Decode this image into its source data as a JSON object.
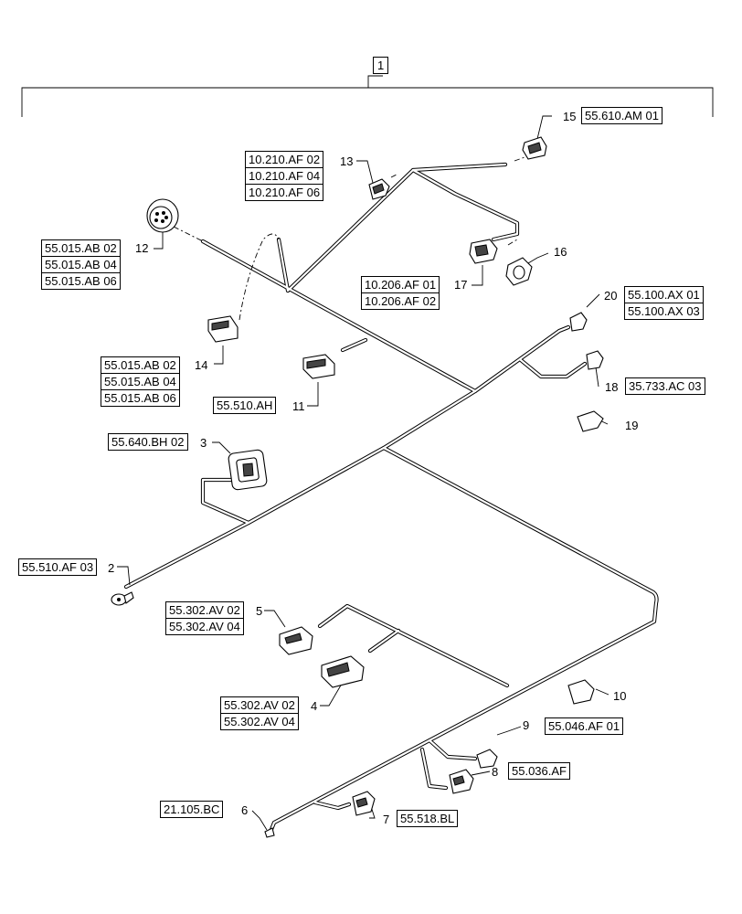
{
  "assembly_callout": "1",
  "items": [
    {
      "num": "2",
      "refs": [
        "55.510.AF 03"
      ]
    },
    {
      "num": "3",
      "refs": [
        "55.640.BH 02"
      ]
    },
    {
      "num": "4",
      "refs": [
        "55.302.AV 02",
        "55.302.AV 04"
      ]
    },
    {
      "num": "5",
      "refs": [
        "55.302.AV 02",
        "55.302.AV 04"
      ]
    },
    {
      "num": "6",
      "refs": [
        "21.105.BC"
      ]
    },
    {
      "num": "7",
      "refs": [
        "55.518.BL"
      ]
    },
    {
      "num": "8",
      "refs": [
        "55.036.AF"
      ]
    },
    {
      "num": "9",
      "refs": []
    },
    {
      "num": "10",
      "refs": [
        "55.046.AF 01"
      ]
    },
    {
      "num": "11",
      "refs": [
        "55.510.AH"
      ]
    },
    {
      "num": "12",
      "refs": [
        "55.015.AB 02",
        "55.015.AB 04",
        "55.015.AB 06"
      ]
    },
    {
      "num": "13",
      "refs": [
        "10.210.AF 02",
        "10.210.AF 04",
        "10.210.AF 06"
      ]
    },
    {
      "num": "14",
      "refs": [
        "55.015.AB 02",
        "55.015.AB 04",
        "55.015.AB 06"
      ]
    },
    {
      "num": "15",
      "refs": [
        "55.610.AM 01"
      ]
    },
    {
      "num": "16",
      "refs": []
    },
    {
      "num": "17",
      "refs": [
        "10.206.AF 01",
        "10.206.AF 02"
      ]
    },
    {
      "num": "18",
      "refs": [
        "35.733.AC 03"
      ]
    },
    {
      "num": "19",
      "refs": []
    },
    {
      "num": "20",
      "refs": [
        "55.100.AX 01",
        "55.100.AX 03"
      ]
    }
  ]
}
